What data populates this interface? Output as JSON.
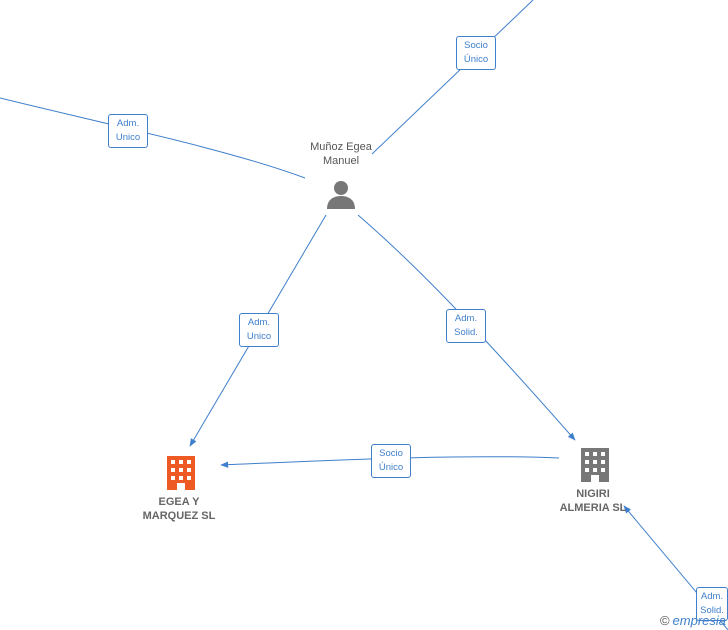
{
  "nodes": {
    "person": {
      "name_line1": "Muñoz Egea",
      "name_line2": "Manuel",
      "icon": "person-icon"
    },
    "egea": {
      "name_line1": "EGEA Y",
      "name_line2": "MARQUEZ  SL",
      "icon": "building-icon",
      "color": "#ee5a24"
    },
    "nigiri": {
      "name_line1": "NIGIRI",
      "name_line2": "ALMERIA  SL",
      "icon": "building-icon",
      "color": "#777777"
    }
  },
  "edges": {
    "top_right": {
      "line1": "Socio",
      "line2": "Único"
    },
    "left": {
      "line1": "Adm.",
      "line2": "Unico"
    },
    "person_to_egea": {
      "line1": "Adm.",
      "line2": "Unico"
    },
    "person_to_nigiri": {
      "line1": "Adm.",
      "line2": "Solid."
    },
    "nigiri_to_egea": {
      "line1": "Socio",
      "line2": "Único"
    },
    "bottom_right": {
      "line1": "Adm.",
      "line2": "Solid."
    }
  },
  "colors": {
    "edge": "#3f7fcc",
    "person_icon": "#777777"
  },
  "watermark": {
    "symbol": "©",
    "text": "empresia"
  }
}
